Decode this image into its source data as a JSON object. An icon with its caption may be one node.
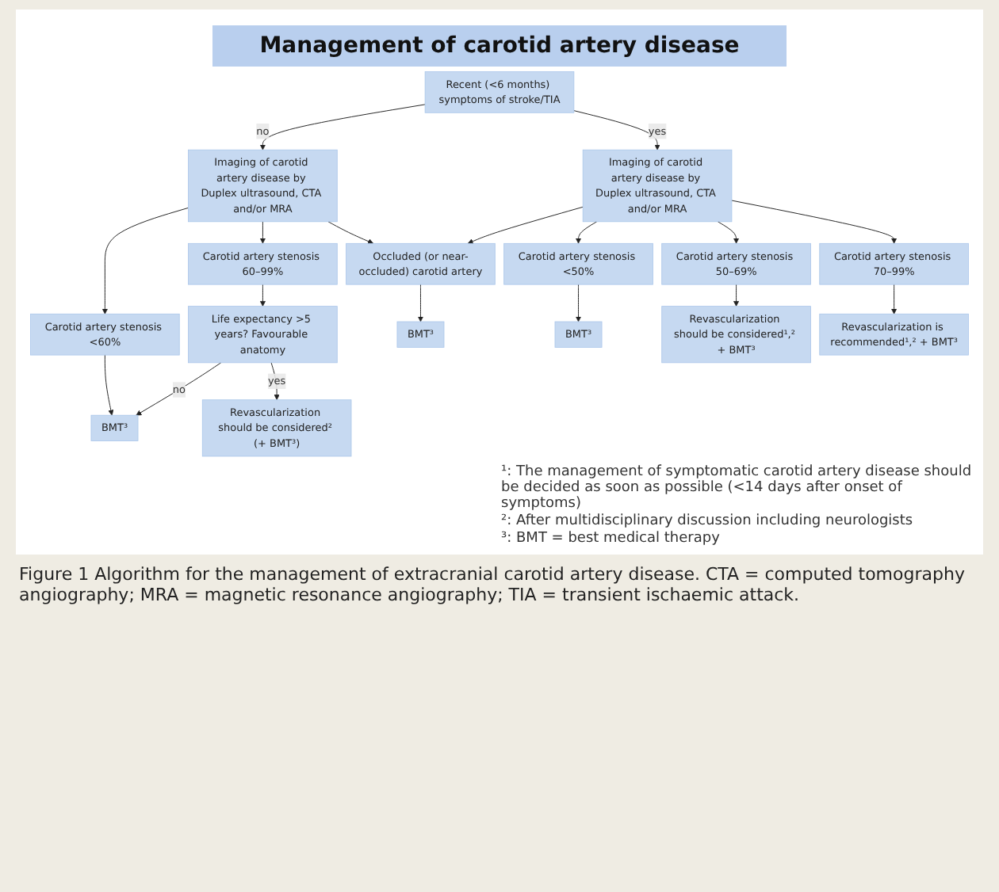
{
  "diagram": {
    "title": "Management of carotid artery disease",
    "caption": "Figure 1 Algorithm for the management of extracranial carotid artery disease. CTA = computed tomography angiography; MRA = magnetic resonance angiography; TIA = transient ischaemic attack.",
    "nodes": [
      {
        "text": [
          "Recent (<6 months) symptoms of stroke/TIA"
        ]
      },
      {
        "text": [
          "Imaging of carotid artery disease by Duplex ultrasound, CTA and/or MRA"
        ]
      },
      {
        "text": [
          "Imaging of carotid artery disease by Duplex ultrasound, CTA and/or MRA"
        ]
      },
      {
        "text": [
          "Carotid artery stenosis <60%"
        ]
      },
      {
        "text": [
          "Carotid artery stenosis 60–99%"
        ]
      },
      {
        "text": [
          "Occluded (or near-occluded) carotid artery"
        ]
      },
      {
        "text": [
          "Carotid artery stenosis <50%"
        ]
      },
      {
        "text": [
          "Carotid artery stenosis 50–69%"
        ]
      },
      {
        "text": [
          "Carotid artery stenosis 70–99%"
        ]
      },
      {
        "text": [
          "Life expectancy >5 years? Favourable anatomy"
        ]
      },
      {
        "text": [
          "BMT³"
        ]
      },
      {
        "text": [
          "BMT³"
        ]
      },
      {
        "text": [
          "Revascularization should be considered¹,² + BMT³"
        ]
      },
      {
        "text": [
          "Revascularization is recommended¹,² + BMT³"
        ]
      },
      {
        "text": [
          "BMT³"
        ]
      },
      {
        "text": [
          "Revascularization should be considered² (+ BMT³)"
        ]
      }
    ],
    "edges": [
      {
        "from": 0,
        "to": 1,
        "arrow": "to",
        "label": "no"
      },
      {
        "from": 0,
        "to": 2,
        "arrow": "to",
        "label": "yes"
      },
      {
        "from": 1,
        "to": 3,
        "arrow": "to"
      },
      {
        "from": 1,
        "to": 4,
        "arrow": "to"
      },
      {
        "from": 1,
        "to": 5,
        "arrow": "to"
      },
      {
        "from": 2,
        "to": 5,
        "arrow": "to"
      },
      {
        "from": 2,
        "to": 6,
        "arrow": "to"
      },
      {
        "from": 2,
        "to": 7,
        "arrow": "to"
      },
      {
        "from": 2,
        "to": 8,
        "arrow": "to"
      },
      {
        "from": 3,
        "to": 14,
        "arrow": "to"
      },
      {
        "from": 4,
        "to": 9,
        "arrow": "to"
      },
      {
        "from": 5,
        "to": 10,
        "arrow": "to"
      },
      {
        "from": 6,
        "to": 11,
        "arrow": "to"
      },
      {
        "from": 7,
        "to": 12,
        "arrow": "to"
      },
      {
        "from": 8,
        "to": 13,
        "arrow": "to"
      },
      {
        "from": 9,
        "to": 14,
        "arrow": "to",
        "label": "no"
      },
      {
        "from": 9,
        "to": 15,
        "arrow": "to",
        "label": "yes"
      }
    ],
    "labels": [
      "¹: The management of symptomatic carotid artery disease should be decided as soon as possible (<14 days after onset of symptoms)",
      "²: After multidisciplinary discussion including neurologists",
      "³: BMT = best medical therapy"
    ]
  }
}
